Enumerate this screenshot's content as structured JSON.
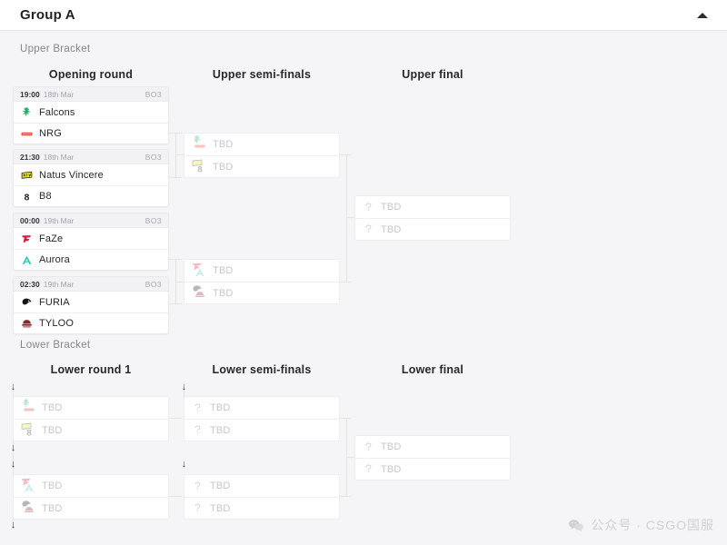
{
  "header": {
    "title": "Group A",
    "collapse_icon": "chevron-up-icon"
  },
  "brackets": {
    "upper": {
      "label": "Upper Bracket",
      "rounds": [
        {
          "label": "Opening round"
        },
        {
          "label": "Upper semi-finals"
        },
        {
          "label": "Upper final"
        }
      ]
    },
    "lower": {
      "label": "Lower Bracket",
      "rounds": [
        {
          "label": "Lower round 1"
        },
        {
          "label": "Lower semi-finals"
        },
        {
          "label": "Lower final"
        }
      ]
    }
  },
  "tbd_label": "TBD",
  "matches": {
    "upper_opening": [
      {
        "time": "19:00",
        "date": "18th Mar",
        "format": "BO3",
        "teams": [
          {
            "name": "Falcons",
            "logo": "falcons-logo"
          },
          {
            "name": "NRG",
            "logo": "nrg-logo"
          }
        ]
      },
      {
        "time": "21:30",
        "date": "18th Mar",
        "format": "BO3",
        "teams": [
          {
            "name": "Natus Vincere",
            "logo": "navi-logo"
          },
          {
            "name": "B8",
            "logo": "b8-logo"
          }
        ]
      },
      {
        "time": "00:00",
        "date": "19th Mar",
        "format": "BO3",
        "teams": [
          {
            "name": "FaZe",
            "logo": "faze-logo"
          },
          {
            "name": "Aurora",
            "logo": "aurora-logo"
          }
        ]
      },
      {
        "time": "02:30",
        "date": "19th Mar",
        "format": "BO3",
        "teams": [
          {
            "name": "FURIA",
            "logo": "furia-logo"
          },
          {
            "name": "TYLOO",
            "logo": "tyloo-logo"
          }
        ]
      }
    ],
    "upper_semis": [
      {
        "teams": [
          {
            "name": "TBD",
            "logo": "falcons-nrg-pair"
          },
          {
            "name": "TBD",
            "logo": "navi-b8-pair"
          }
        ]
      },
      {
        "teams": [
          {
            "name": "TBD",
            "logo": "faze-aurora-pair"
          },
          {
            "name": "TBD",
            "logo": "furia-tyloo-pair"
          }
        ]
      }
    ],
    "upper_final": [
      {
        "teams": [
          {
            "name": "TBD",
            "logo": "question-icon"
          },
          {
            "name": "TBD",
            "logo": "question-icon"
          }
        ]
      }
    ],
    "lower_round1": [
      {
        "teams": [
          {
            "name": "TBD",
            "logo": "falcons-nrg-pair"
          },
          {
            "name": "TBD",
            "logo": "navi-b8-pair"
          }
        ]
      },
      {
        "teams": [
          {
            "name": "TBD",
            "logo": "faze-aurora-pair"
          },
          {
            "name": "TBD",
            "logo": "furia-tyloo-pair"
          }
        ]
      }
    ],
    "lower_semis": [
      {
        "teams": [
          {
            "name": "TBD",
            "logo": "question-icon"
          },
          {
            "name": "TBD",
            "logo": "question-icon"
          }
        ]
      },
      {
        "teams": [
          {
            "name": "TBD",
            "logo": "question-icon"
          },
          {
            "name": "TBD",
            "logo": "question-icon"
          }
        ]
      }
    ],
    "lower_final": [
      {
        "teams": [
          {
            "name": "TBD",
            "logo": "question-icon"
          },
          {
            "name": "TBD",
            "logo": "question-icon"
          }
        ]
      }
    ]
  },
  "watermark": {
    "text": "公众号 · CSGO国服",
    "icon": "wechat-icon"
  },
  "colors": {
    "page_bg": "#f5f5f7",
    "card_bg": "#ffffff",
    "meta_bg": "#f2f2f4",
    "border": "#e9e9ec",
    "connector": "#e4e4e8",
    "text": "#25272c",
    "muted": "#a3a4aa",
    "tbd": "#c6c7cc",
    "falcons": "#23b06a",
    "nrg": "#e03a2f",
    "navi": "#e8e22a",
    "b8": "#1b1b1b",
    "faze": "#e8143c",
    "aurora": "#2ec5b6",
    "furia": "#141414",
    "tyloo": "#8e2230"
  }
}
